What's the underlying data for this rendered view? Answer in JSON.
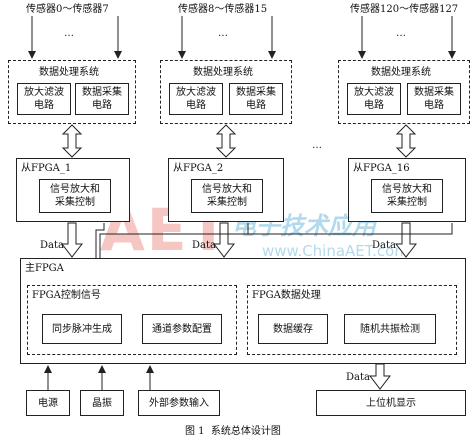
{
  "top_labels": {
    "sensors_a": "传感器0～传感器7",
    "sensors_b": "传感器8～传感器15",
    "sensors_c": "传感器120～传感器127",
    "ellipsis": "…"
  },
  "processing_system": {
    "title": "数据处理系统",
    "filter_label": "放大滤波\n电路",
    "acq_label": "数据采集\n电路"
  },
  "slave_fpga": [
    {
      "title": "从FPGA_1",
      "inner": "信号放大和\n采集控制"
    },
    {
      "title": "从FPGA_2",
      "inner": "信号放大和\n采集控制"
    },
    {
      "title": "从FPGA_16",
      "inner": "信号放大和\n采集控制"
    }
  ],
  "middle_dots": "…",
  "data_label": "Data",
  "master": {
    "title": "主FPGA",
    "control_title": "FPGA控制信号",
    "control_items": [
      "同步脉冲生成",
      "通道参数配置"
    ],
    "data_title": "FPGA数据处理",
    "data_items": [
      "数据缓存",
      "随机共振检测"
    ]
  },
  "bottom": {
    "power": "电源",
    "crystal": "晶振",
    "ext_input": "外部参数输入",
    "host_display": "上位机显示",
    "data_label": "Data"
  },
  "caption": "图 1  系统总体设计图",
  "watermark": {
    "big": "AET",
    "cn": "电子技术应用",
    "url": "www.ChinaAET.com",
    "color": "#e5443b"
  }
}
